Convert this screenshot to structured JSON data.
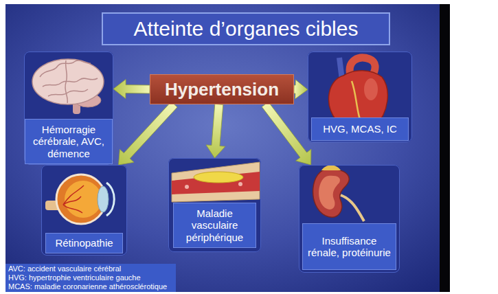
{
  "diagram": {
    "title": "Atteinte d’organes cibles",
    "nodes": [
      {
        "text": [
          "Hémorragie cérébrale, AVC, démence"
        ]
      },
      {
        "text": [
          "Hypertension"
        ]
      },
      {
        "text": [
          "HVG, MCAS, IC"
        ]
      },
      {
        "text": [
          "Rétinopathie"
        ]
      },
      {
        "text": [
          "Maladie vasculaire périphérique"
        ]
      },
      {
        "text": [
          "Insuffisance rénale, protéinurie"
        ]
      }
    ],
    "edges": [
      {
        "from": 1,
        "to": 0,
        "arrow": "to"
      },
      {
        "from": 1,
        "to": 2,
        "arrow": "to"
      },
      {
        "from": 1,
        "to": 3,
        "arrow": "to"
      },
      {
        "from": 1,
        "to": 4,
        "arrow": "to"
      },
      {
        "from": 1,
        "to": 5,
        "arrow": "to"
      }
    ],
    "labels": [
      "AVC: accident vasculaire cérébral",
      "HVG: hypertrophie ventriculaire gauche",
      "MCAS: maladie coronarienne athérosclérotique"
    ]
  }
}
